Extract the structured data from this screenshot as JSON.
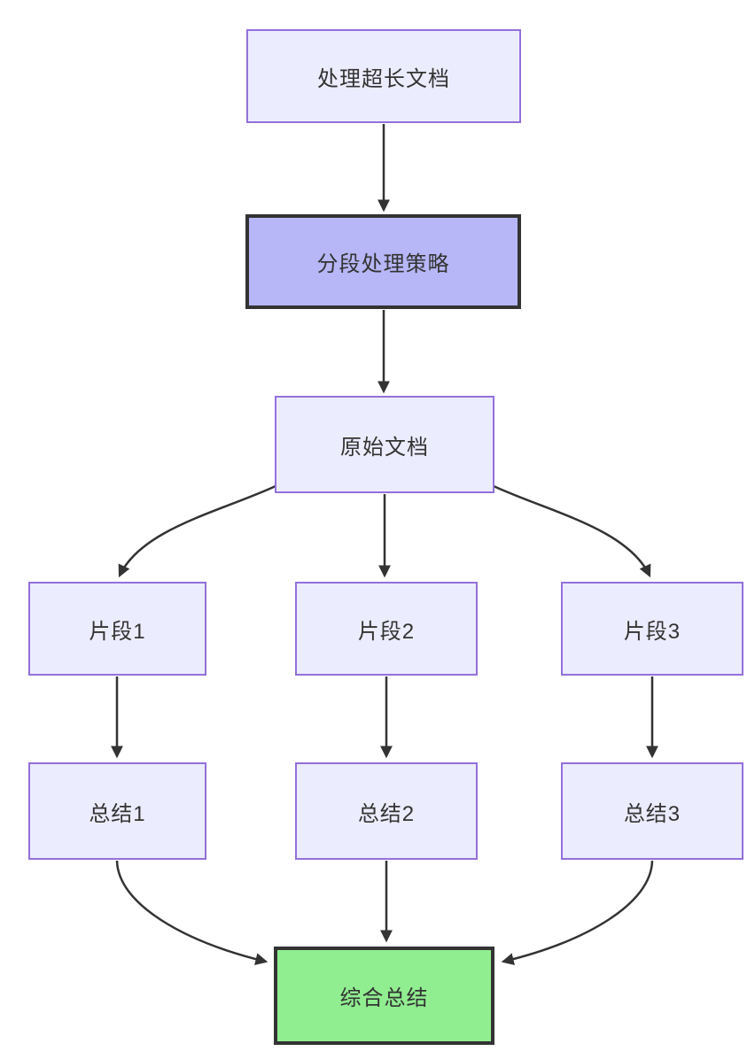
{
  "diagram": {
    "type": "flowchart",
    "direction": "top-down",
    "colors": {
      "background": "#FFFFFF",
      "node_fill": "#ECECFF",
      "node_border": "#9370DB",
      "highlight_fill": "#B7B7F7",
      "highlight_border": "#333333",
      "success_fill": "#90EE90",
      "success_border": "#333333",
      "edge": "#333333",
      "text": "#333333"
    },
    "nodes": [
      {
        "id": "A",
        "label": "处理超长文档",
        "style": "default"
      },
      {
        "id": "B",
        "label": "分段处理策略",
        "style": "highlight"
      },
      {
        "id": "C",
        "label": "原始文档",
        "style": "default"
      },
      {
        "id": "D1",
        "label": "片段1",
        "style": "default"
      },
      {
        "id": "D2",
        "label": "片段2",
        "style": "default"
      },
      {
        "id": "D3",
        "label": "片段3",
        "style": "default"
      },
      {
        "id": "E1",
        "label": "总结1",
        "style": "default"
      },
      {
        "id": "E2",
        "label": "总结2",
        "style": "default"
      },
      {
        "id": "E3",
        "label": "总结3",
        "style": "default"
      },
      {
        "id": "F",
        "label": "综合总结",
        "style": "success"
      }
    ],
    "edges": [
      {
        "from": "A",
        "to": "B"
      },
      {
        "from": "B",
        "to": "C"
      },
      {
        "from": "C",
        "to": "D1"
      },
      {
        "from": "C",
        "to": "D2"
      },
      {
        "from": "C",
        "to": "D3"
      },
      {
        "from": "D1",
        "to": "E1"
      },
      {
        "from": "D2",
        "to": "E2"
      },
      {
        "from": "D3",
        "to": "E3"
      },
      {
        "from": "E1",
        "to": "F"
      },
      {
        "from": "E2",
        "to": "F"
      },
      {
        "from": "E3",
        "to": "F"
      }
    ]
  }
}
